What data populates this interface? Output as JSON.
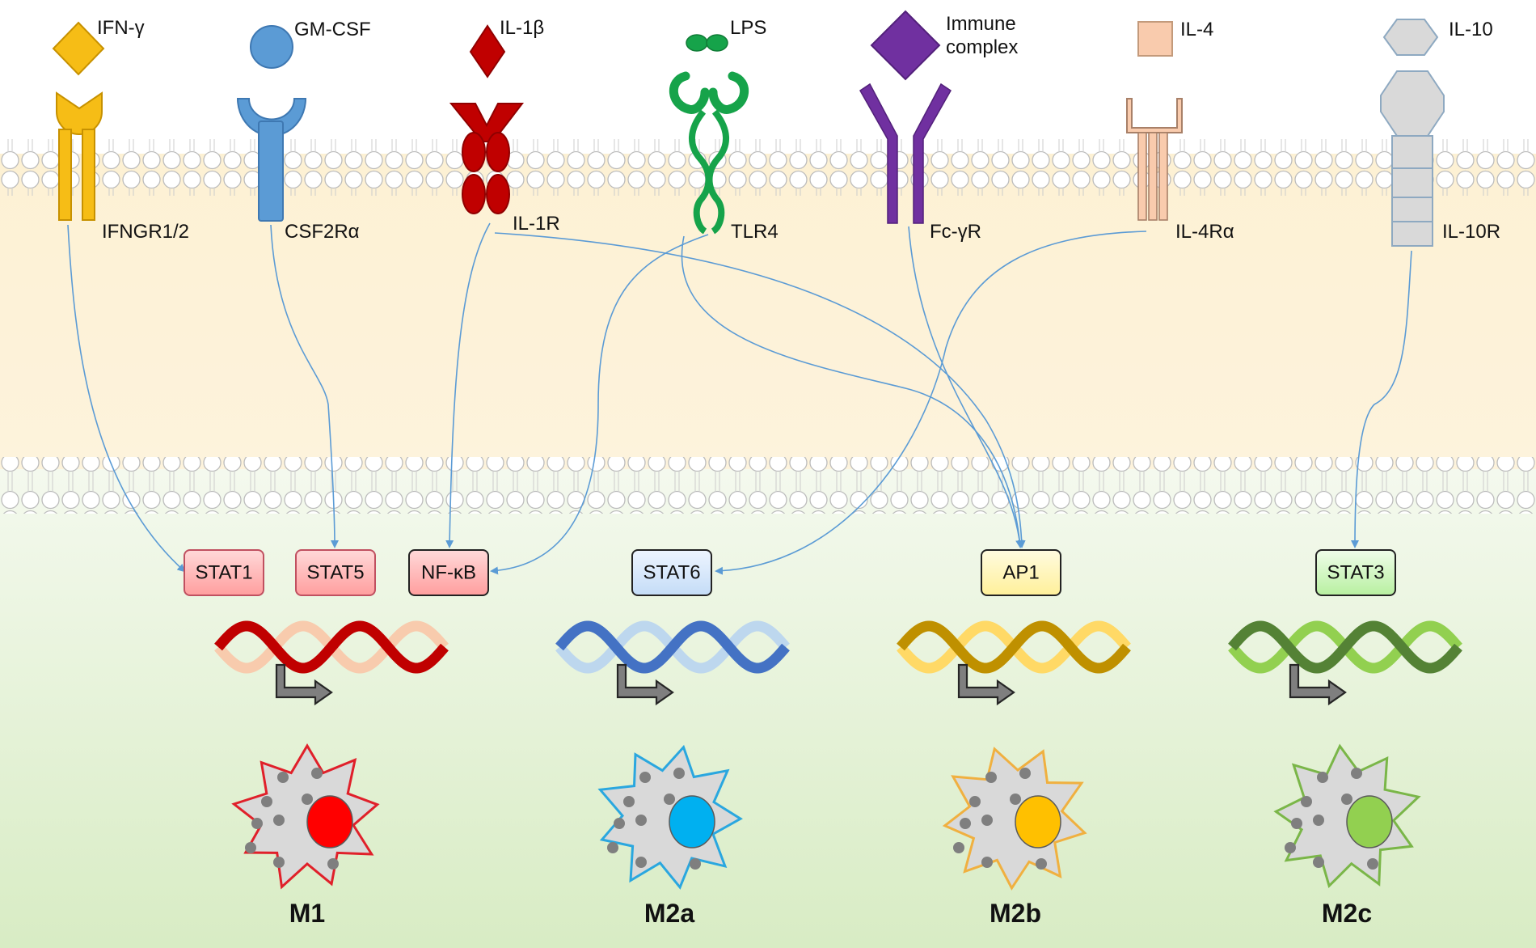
{
  "ligands": [
    {
      "id": "ifn-gamma",
      "label": "IFN-γ"
    },
    {
      "id": "gm-csf",
      "label": "GM-CSF"
    },
    {
      "id": "il-1beta",
      "label": "IL-1β"
    },
    {
      "id": "lps",
      "label": "LPS"
    },
    {
      "id": "immune-complex",
      "label_line1": "Immune",
      "label_line2": "complex"
    },
    {
      "id": "il-4",
      "label": "IL-4"
    },
    {
      "id": "il-10",
      "label": "IL-10"
    }
  ],
  "receptors": [
    {
      "id": "ifngr",
      "label": "IFNGR1/2"
    },
    {
      "id": "csf2r",
      "label": "CSF2Rα"
    },
    {
      "id": "il-1r",
      "label": "IL-1R"
    },
    {
      "id": "tlr4",
      "label": "TLR4"
    },
    {
      "id": "fc-gamma-r",
      "label": "Fc-γR"
    },
    {
      "id": "il-4r",
      "label": "IL-4Rα"
    },
    {
      "id": "il-10r",
      "label": "IL-10R"
    }
  ],
  "transcription_factors": [
    {
      "id": "stat1",
      "label": "STAT1"
    },
    {
      "id": "stat5",
      "label": "STAT5"
    },
    {
      "id": "nf-kb",
      "label": "NF-κB"
    },
    {
      "id": "stat6",
      "label": "STAT6"
    },
    {
      "id": "ap1",
      "label": "AP1"
    },
    {
      "id": "stat3",
      "label": "STAT3"
    }
  ],
  "macrophages": [
    {
      "id": "m1",
      "label": "M1",
      "color": "#ff0000",
      "edge": "#e0202a"
    },
    {
      "id": "m2a",
      "label": "M2a",
      "color": "#00b0f0",
      "edge": "#2aa7df"
    },
    {
      "id": "m2b",
      "label": "M2b",
      "color": "#ffc000",
      "edge": "#f0b040"
    },
    {
      "id": "m2c",
      "label": "M2c",
      "color": "#92d050",
      "edge": "#7ab648"
    }
  ],
  "colors": {
    "cytoplasm": "#fdf2d6",
    "nucleus": "#e6f2d8",
    "signal_arrow": "#5b9bd5",
    "m1_tf": "#ffc7c7",
    "m2a_tf": "#dbe9fb",
    "m2b_tf": "#fff7c6",
    "m2c_tf": "#dcf8d0"
  }
}
